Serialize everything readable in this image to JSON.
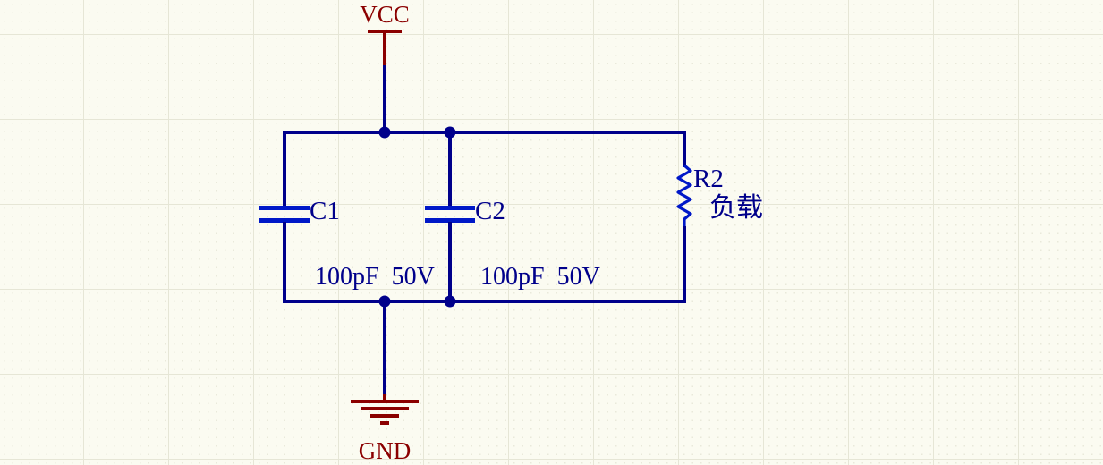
{
  "schematic": {
    "power_ports": {
      "vcc": {
        "label": "VCC"
      },
      "gnd": {
        "label": "GND"
      }
    },
    "components": {
      "c1": {
        "ref": "C1",
        "value": "100pF  50V",
        "type": "capacitor"
      },
      "c2": {
        "ref": "C2",
        "value": "100pF  50V",
        "type": "capacitor"
      },
      "r2": {
        "ref": "R2",
        "value": "负载",
        "type": "resistor"
      }
    },
    "colors": {
      "wire": "#00008B",
      "component_body": "#0018C8",
      "power_symbol": "#8B0000",
      "label_text": "#00008B",
      "background": "#FBFBF1",
      "grid_line": "#E6E6D6"
    }
  }
}
